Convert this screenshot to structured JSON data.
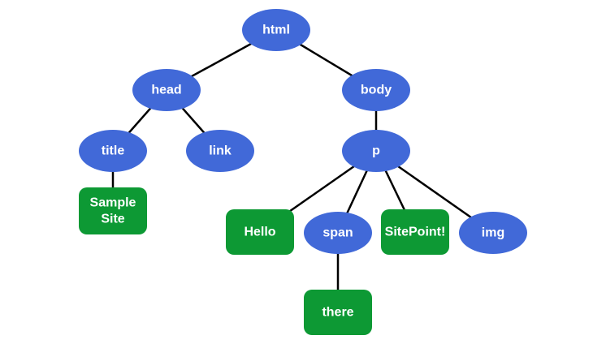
{
  "colors": {
    "element_node": "#4169d8",
    "text_node": "#0d9934",
    "edge": "#000000",
    "label": "#ffffff"
  },
  "nodes": [
    {
      "id": "html",
      "label": [
        "html"
      ],
      "kind": "element"
    },
    {
      "id": "head",
      "label": [
        "head"
      ],
      "kind": "element"
    },
    {
      "id": "body",
      "label": [
        "body"
      ],
      "kind": "element"
    },
    {
      "id": "title",
      "label": [
        "title"
      ],
      "kind": "element"
    },
    {
      "id": "link",
      "label": [
        "link"
      ],
      "kind": "element"
    },
    {
      "id": "p",
      "label": [
        "p"
      ],
      "kind": "element"
    },
    {
      "id": "sample-site",
      "label": [
        "Sample",
        "Site"
      ],
      "kind": "text"
    },
    {
      "id": "hello",
      "label": [
        "Hello"
      ],
      "kind": "text"
    },
    {
      "id": "span",
      "label": [
        "span"
      ],
      "kind": "element"
    },
    {
      "id": "sitepoint",
      "label": [
        "SitePoint!"
      ],
      "kind": "text"
    },
    {
      "id": "img",
      "label": [
        "img"
      ],
      "kind": "element"
    },
    {
      "id": "there",
      "label": [
        "there"
      ],
      "kind": "text"
    }
  ],
  "edges": [
    [
      "html",
      "head"
    ],
    [
      "html",
      "body"
    ],
    [
      "head",
      "title"
    ],
    [
      "head",
      "link"
    ],
    [
      "body",
      "p"
    ],
    [
      "title",
      "sample-site"
    ],
    [
      "p",
      "hello"
    ],
    [
      "p",
      "span"
    ],
    [
      "p",
      "sitepoint"
    ],
    [
      "p",
      "img"
    ],
    [
      "span",
      "there"
    ]
  ]
}
